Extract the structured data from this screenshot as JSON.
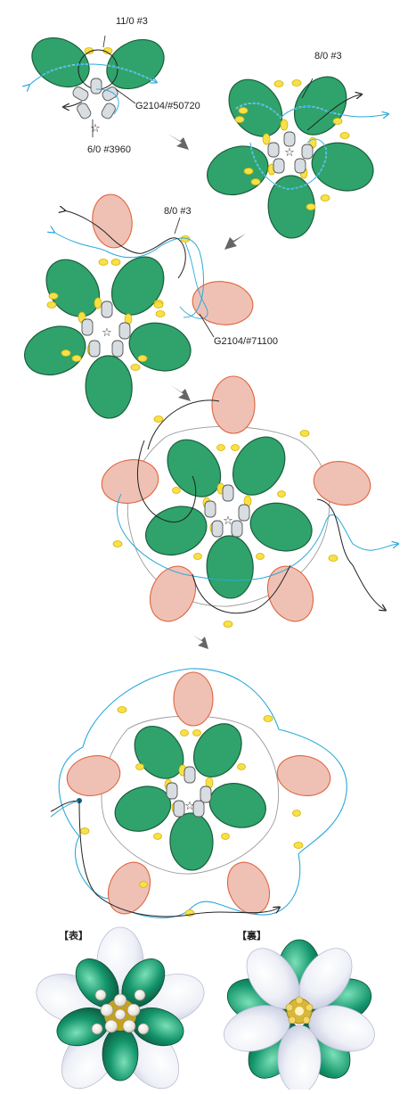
{
  "labels": {
    "step1_seed_top": "11/0 #3",
    "step1_drop": "G2104/#50720",
    "step1_seed_bottom": "6/0 #3960",
    "step2_seed": "8/0 #3",
    "step3_seed": "8/0 #3",
    "step3_drop": "G2104/#71100"
  },
  "captions": {
    "front": "【表】",
    "back": "【裏】"
  },
  "colors": {
    "green_petal": "#2fa36b",
    "green_outline": "#1a5e3c",
    "pink_petal": "#efc1b5",
    "pink_outline": "#e0643e",
    "seed_yellow": "#f7e04a",
    "seed_outline": "#d8b400",
    "pearl": "#d8dde2",
    "thread_blue": "#29a8dc",
    "thread_black": "#222222",
    "thread_gray": "#9a9a9a",
    "arrow_gray": "#666666"
  },
  "icons": [
    "star-icon",
    "step-arrow-icon"
  ]
}
